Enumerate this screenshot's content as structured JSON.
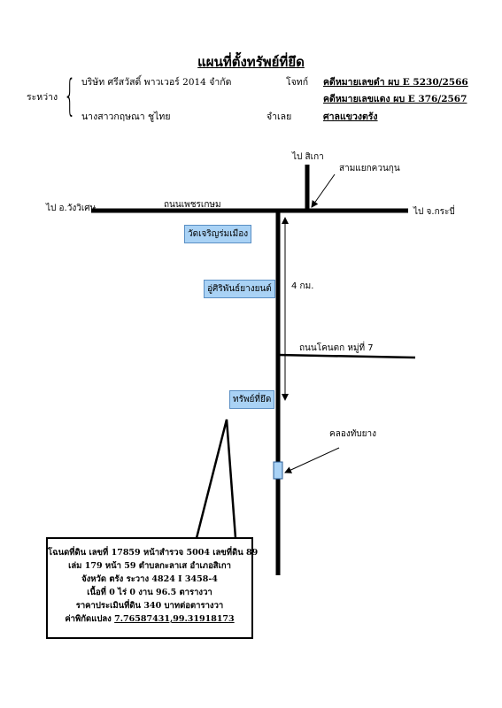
{
  "title": "แผนที่ตั้งทรัพย์ที่ยึด",
  "header": {
    "between_label": "ระหว่าง",
    "party1": "บริษัท ศรีสวัสดิ์ พาวเวอร์ 2014 จำกัด",
    "plaintiff_label": "โจทก์",
    "case_black": "คดีหมายเลขดำ ผบ E 5230/2566",
    "case_red": "คดีหมายเลขแดง ผบ E 376/2567",
    "party2": "นางสาวกฤษณา ชูไทย",
    "defendant_label": "จำเลย",
    "court": "ศาลแขวงตรัง"
  },
  "map": {
    "to_sikao": "ไป สิเกา",
    "junction": "สามแยกควนกุน",
    "to_wangwiset": "ไป อ.วังวิเศษ",
    "road_phetkasem": "ถนนเพชรเกษม",
    "to_krabi": "ไป จ.กระบี่",
    "temple": "วัดเจริญร่มเมือง",
    "garage": "อู่ศิริพันธ์ยางยนต์",
    "distance": "4 กม.",
    "road_khonthok": "ถนนโคนตก หมู่ที่ 7",
    "property": "ทรัพย์ที่ยึด",
    "canal": "คลองทับยาง"
  },
  "info": {
    "line1": "โฉนดที่ดิน เลขที่ 17859 หน้าสำรวจ 5004 เลขที่ดิน 89",
    "line2": "เล่ม 179 หน้า 59 ตำบลกะลาเส อำเภอสิเกา",
    "line3": "จังหวัด ตรัง ระวาง 4824 I 3458-4",
    "line4": "เนื้อที่ 0 ไร่ 0 งาน 96.5 ตารางวา",
    "line5": "ราคาประเมินที่ดิน 340 บาทต่อตารางวา",
    "coords_label": "ค่าพิกัดแปลง",
    "coords_value": "7.76587431,99.31918173"
  }
}
